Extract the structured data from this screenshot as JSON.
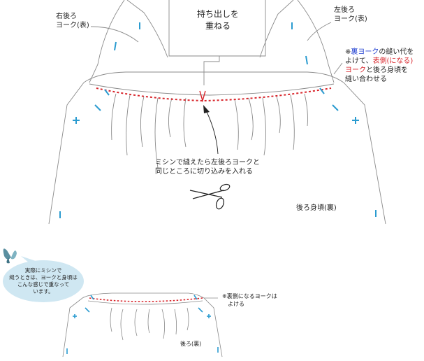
{
  "labels": {
    "right_yoke": [
      "右後ろ",
      "ヨーク(表)"
    ],
    "left_yoke": [
      "左後ろ",
      "ヨーク(表)"
    ],
    "carry_out": [
      "持ち出しを",
      "重ねる"
    ],
    "instruction": {
      "mark": "※",
      "ura": "裏",
      "yoke1": "ヨーク",
      "part1": "の縫い代を",
      "part2": "よけて、",
      "omote": "表側(になる)",
      "yoke2": "ヨーク",
      "part3": "と後ろ身頃を",
      "part4": "縫い合わせる"
    },
    "cut_note": [
      "ミシンで縫えたら左後ろヨークと",
      "同じところに切り込みを入れる"
    ],
    "back_body": "後ろ身頃(裏)",
    "bubble": [
      "実際にミシンで",
      "縫うときは、ヨークと身頃は",
      "こんな感じで重なって",
      "います。"
    ],
    "small_note": [
      "※裏側になるヨークは",
      "よける"
    ],
    "small_back": "後ろ(裏)"
  },
  "colors": {
    "outline": "#8a8a8a",
    "stitch": "#d8262c",
    "notch": "#2a9bd0",
    "bubble": "#cfe7f2",
    "blue_text": "#1f3fd0",
    "red_text": "#d8262c"
  },
  "icons": {
    "scissors": "scissors-icon",
    "butterfly": "butterfly-icon"
  }
}
